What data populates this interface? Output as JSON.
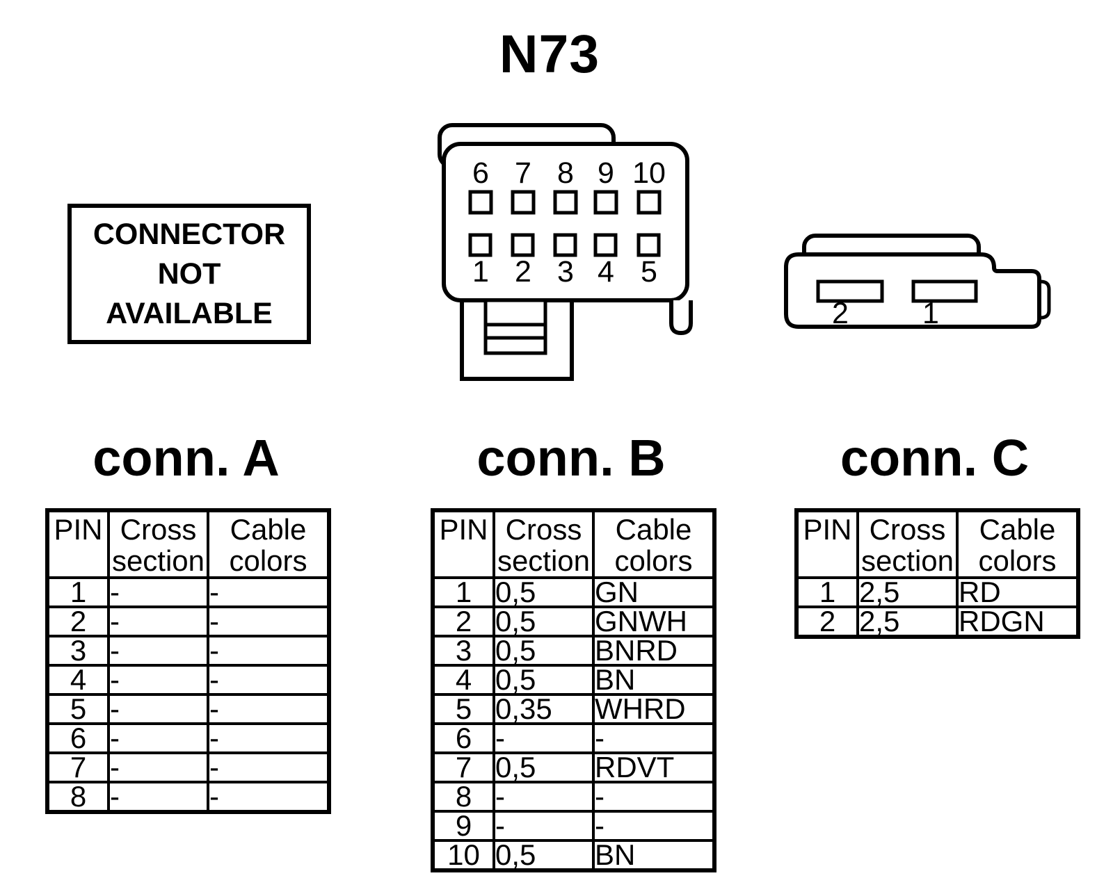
{
  "title": "N73",
  "colors": {
    "ink": "#000000",
    "background": "#ffffff"
  },
  "notice_box": {
    "line1": "CONNECTOR",
    "line2": "NOT",
    "line3": "AVAILABLE"
  },
  "connector_10pin": {
    "top_pins": [
      "6",
      "7",
      "8",
      "9",
      "10"
    ],
    "bottom_pins": [
      "1",
      "2",
      "3",
      "4",
      "5"
    ]
  },
  "connector_2pin": {
    "pins": [
      "2",
      "1"
    ]
  },
  "tables": [
    {
      "title": "conn. A",
      "headers": [
        "PIN",
        "Cross\nsection",
        "Cable\ncolors"
      ],
      "rows": [
        [
          "1",
          "-",
          "-"
        ],
        [
          "2",
          "-",
          "-"
        ],
        [
          "3",
          "-",
          "-"
        ],
        [
          "4",
          "-",
          "-"
        ],
        [
          "5",
          "-",
          "-"
        ],
        [
          "6",
          "-",
          "-"
        ],
        [
          "7",
          "-",
          "-"
        ],
        [
          "8",
          "-",
          "-"
        ]
      ]
    },
    {
      "title": "conn. B",
      "headers": [
        "PIN",
        "Cross\nsection",
        "Cable\ncolors"
      ],
      "rows": [
        [
          "1",
          "0,5",
          "GN"
        ],
        [
          "2",
          "0,5",
          "GNWH"
        ],
        [
          "3",
          "0,5",
          "BNRD"
        ],
        [
          "4",
          "0,5",
          "BN"
        ],
        [
          "5",
          "0,35",
          "WHRD"
        ],
        [
          "6",
          "-",
          "-"
        ],
        [
          "7",
          "0,5",
          "RDVT"
        ],
        [
          "8",
          "-",
          "-"
        ],
        [
          "9",
          "-",
          "-"
        ],
        [
          "10",
          "0,5",
          "BN"
        ]
      ]
    },
    {
      "title": "conn. C",
      "headers": [
        "PIN",
        "Cross\nsection",
        "Cable\ncolors"
      ],
      "rows": [
        [
          "1",
          "2,5",
          "RD"
        ],
        [
          "2",
          "2,5",
          "RDGN"
        ]
      ]
    }
  ]
}
